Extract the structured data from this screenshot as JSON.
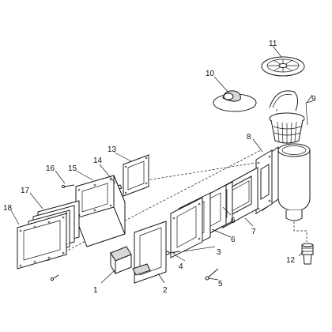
{
  "callouts": [
    {
      "id": "1",
      "label": "1"
    },
    {
      "id": "2",
      "label": "2"
    },
    {
      "id": "3",
      "label": "3"
    },
    {
      "id": "4",
      "label": "4"
    },
    {
      "id": "5",
      "label": "5"
    },
    {
      "id": "6a",
      "label": "6"
    },
    {
      "id": "6b",
      "label": "6"
    },
    {
      "id": "7",
      "label": "7"
    },
    {
      "id": "8",
      "label": "8"
    },
    {
      "id": "9",
      "label": "9"
    },
    {
      "id": "10",
      "label": "10"
    },
    {
      "id": "11",
      "label": "11"
    },
    {
      "id": "12",
      "label": "12"
    },
    {
      "id": "13",
      "label": "13"
    },
    {
      "id": "14",
      "label": "14"
    },
    {
      "id": "15",
      "label": "15"
    },
    {
      "id": "16",
      "label": "16"
    },
    {
      "id": "17",
      "label": "17"
    },
    {
      "id": "18",
      "label": "18"
    }
  ]
}
